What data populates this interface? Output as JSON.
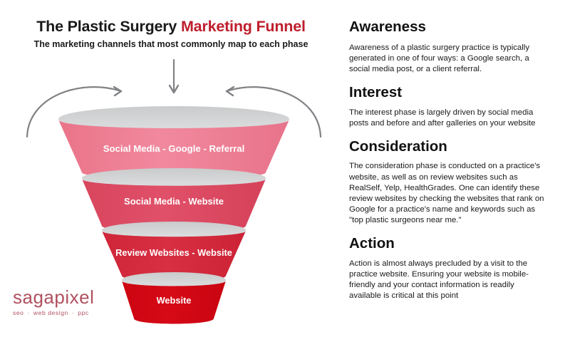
{
  "title": {
    "plain": "The Plastic Surgery ",
    "accent": "Marketing Funnel",
    "subtitle": "The marketing channels that most commonly map to each phase"
  },
  "colors": {
    "accent_red": "#be1e2d",
    "segment_1": "#ef7e95",
    "segment_2": "#dc4b63",
    "segment_3": "#d32b3f",
    "segment_4": "#d00613",
    "rim_gray": "#d1d3d4",
    "arrow_gray": "#808285",
    "logo_red": "#b0505f"
  },
  "funnel": {
    "segments": [
      {
        "label": "Social Media - Google - Referral",
        "fill": "#ef7e95",
        "phase": "Awareness"
      },
      {
        "label": "Social Media - Website",
        "fill": "#dc4b63",
        "phase": "Interest"
      },
      {
        "label": "Review Websites - Website",
        "fill": "#d32b3f",
        "phase": "Consideration"
      },
      {
        "label": "Website",
        "fill": "#d00613",
        "phase": "Action"
      }
    ],
    "inflow_arrows": [
      "curved-arrow-left-icon",
      "straight-arrow-down-icon",
      "curved-arrow-right-icon"
    ]
  },
  "phases": [
    {
      "heading": "Awareness",
      "body": "Awareness of a plastic surgery practice is typically generated in one of four ways: a Google search, a social media post, or a client referral."
    },
    {
      "heading": "Interest",
      "body": "The interest phase is largely driven by social media posts and before and after galleries on your website"
    },
    {
      "heading": "Consideration",
      "body": "The consideration phase is conducted on a practice's website, as well as on review websites such as RealSelf, Yelp, HealthGrades. One can identify these review websites by checking the websites that rank on Google for a practice's name and keywords such as \"top plastic surgeons near me.\""
    },
    {
      "heading": "Action",
      "body": "Action is almost always precluded by a visit to the practice website. Ensuring your website is mobile-friendly and your contact information is readily available is critical at this point"
    }
  ],
  "logo": {
    "word": "sagapixel",
    "tagline_parts": [
      "seo",
      "web design",
      "ppc"
    ],
    "tagline": "seo · web design · ppc"
  },
  "chart_data": {
    "type": "funnel",
    "title": "The Plastic Surgery Marketing Funnel",
    "subtitle": "The marketing channels that most commonly map to each phase",
    "stages": [
      {
        "stage": "Awareness",
        "channels": "Social Media - Google - Referral",
        "relative_width": 100,
        "color": "#ef7e95"
      },
      {
        "stage": "Interest",
        "channels": "Social Media - Website",
        "relative_width": 79,
        "color": "#dc4b63"
      },
      {
        "stage": "Consideration",
        "channels": "Review Websites - Website",
        "relative_width": 58,
        "color": "#d32b3f"
      },
      {
        "stage": "Action",
        "channels": "Website",
        "relative_width": 37,
        "color": "#d00613"
      }
    ]
  }
}
